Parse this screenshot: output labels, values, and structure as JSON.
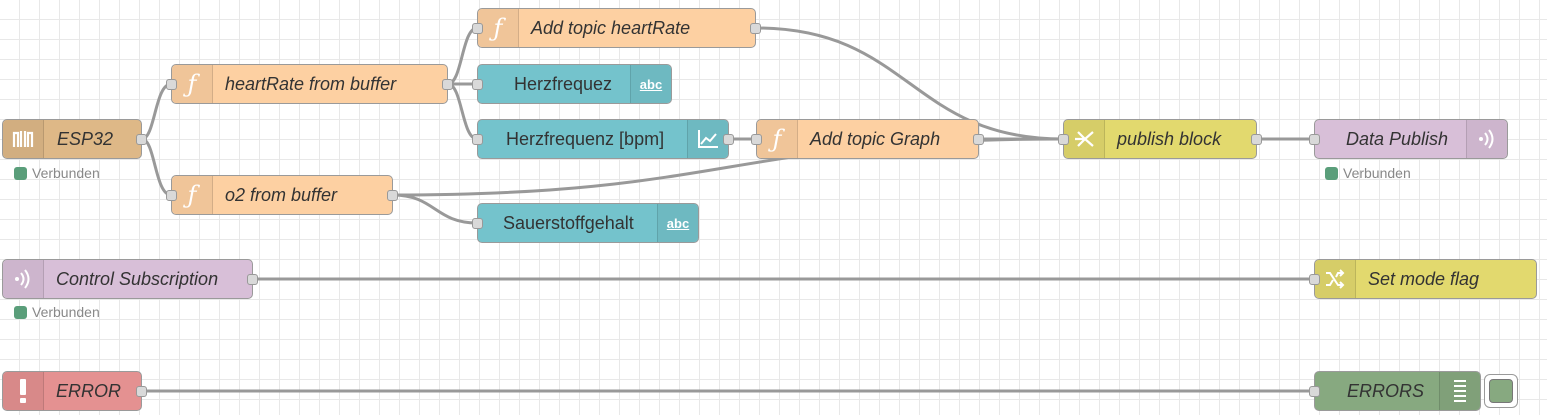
{
  "colors": {
    "function": "#fdd0a2",
    "text_ui": "#74c3cc",
    "mqtt": "#d8bfd8",
    "serial": "#deb887",
    "join": "#e2d96e",
    "catch": "#e49191",
    "debug": "#87a980",
    "wire": "#999999",
    "status_connected": "#5a9e7a"
  },
  "nodes": {
    "esp32": {
      "label": "ESP32",
      "icon": "serial-port-icon",
      "status": "Verbunden"
    },
    "heartrate_fn": {
      "label": "heartRate from buffer",
      "icon": "function-icon"
    },
    "o2_fn": {
      "label": "o2 from buffer",
      "icon": "function-icon"
    },
    "add_topic_hr": {
      "label": "Add topic heartRate",
      "icon": "function-icon"
    },
    "herzfrequez": {
      "label": "Herzfrequez",
      "icon": "text-icon"
    },
    "herzfrequenz_bpm": {
      "label": "Herzfrequenz [bpm]",
      "icon": "chart-icon"
    },
    "add_topic_graph": {
      "label": "Add topic Graph",
      "icon": "function-icon"
    },
    "sauerstoffgehalt": {
      "label": "Sauerstoffgehalt",
      "icon": "text-icon"
    },
    "publish_block": {
      "label": "publish block",
      "icon": "join-icon"
    },
    "data_publish": {
      "label": "Data Publish",
      "icon": "mqtt-icon",
      "status": "Verbunden"
    },
    "control_subscription": {
      "label": "Control Subscription",
      "icon": "mqtt-icon",
      "status": "Verbunden"
    },
    "set_mode_flag": {
      "label": "Set mode flag",
      "icon": "switch-icon"
    },
    "error": {
      "label": "ERROR",
      "icon": "alert-icon"
    },
    "errors": {
      "label": "ERRORS",
      "icon": "debug-list-icon"
    }
  }
}
